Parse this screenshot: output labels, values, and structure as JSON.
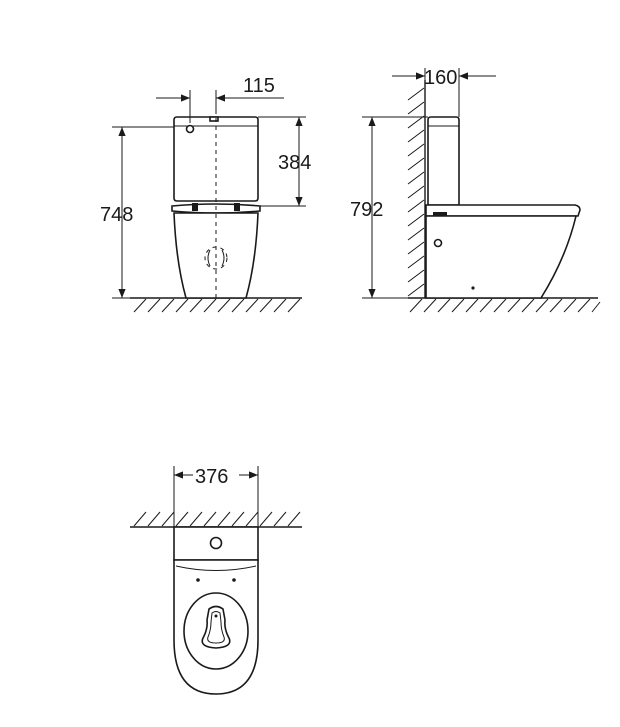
{
  "front_view": {
    "dim_tank_offset": "115",
    "dim_tank_height": "384",
    "dim_total_height": "748"
  },
  "side_view": {
    "dim_wall_gap": "160",
    "dim_total_height": "792"
  },
  "top_view": {
    "dim_width": "376"
  }
}
